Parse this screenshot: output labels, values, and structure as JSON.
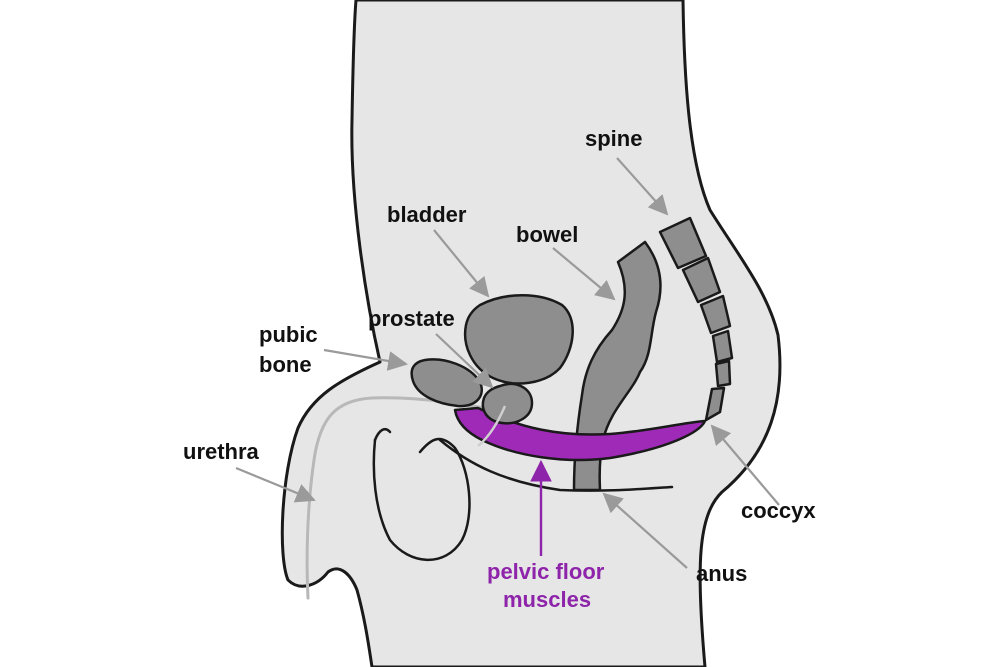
{
  "colors": {
    "body_fill": "#e6e6e6",
    "organ_fill": "#8e8e8e",
    "muscle_fill": "#a02ab8",
    "pointer": "#9a9a9a",
    "accent": "#8e24aa"
  },
  "labels": {
    "spine": "spine",
    "bladder": "bladder",
    "bowel": "bowel",
    "prostate": "prostate",
    "pubic_bone_line1": "pubic",
    "pubic_bone_line2": "bone",
    "urethra": "urethra",
    "coccyx": "coccyx",
    "anus": "anus",
    "pelvic_floor_line1": "pelvic floor",
    "pelvic_floor_line2": "muscles"
  }
}
